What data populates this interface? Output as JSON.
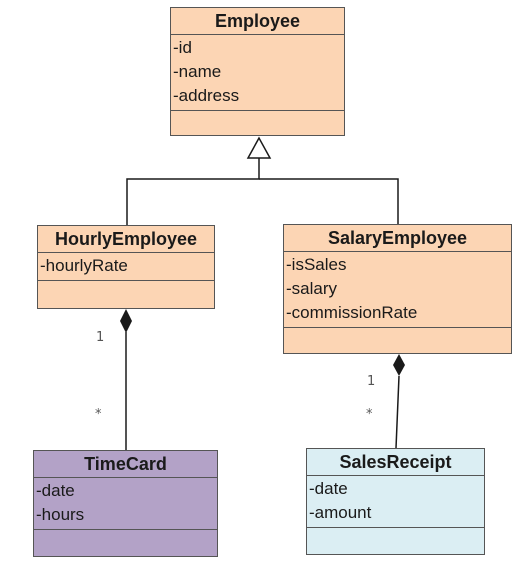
{
  "colors": {
    "peach": "#fcd5b4",
    "purple": "#b3a2c7",
    "light_blue": "#dbeef3",
    "border": "#555555",
    "line": "#1a1a1a"
  },
  "classes": {
    "employee": {
      "name": "Employee",
      "attributes": [
        "-id",
        "-name",
        "-address"
      ]
    },
    "hourly_employee": {
      "name": "HourlyEmployee",
      "attributes": [
        "-hourlyRate"
      ]
    },
    "salary_employee": {
      "name": "SalaryEmployee",
      "attributes": [
        "-isSales",
        "-salary",
        "-commissionRate"
      ]
    },
    "time_card": {
      "name": "TimeCard",
      "attributes": [
        "-date",
        "-hours"
      ]
    },
    "sales_receipt": {
      "name": "SalesReceipt",
      "attributes": [
        "-date",
        "-amount"
      ]
    }
  },
  "relations": {
    "hourly_timecard": {
      "type": "composition",
      "from_multiplicity": "1",
      "to_multiplicity": "*"
    },
    "salary_salesreceipt": {
      "type": "composition",
      "from_multiplicity": "1",
      "to_multiplicity": "*"
    }
  }
}
